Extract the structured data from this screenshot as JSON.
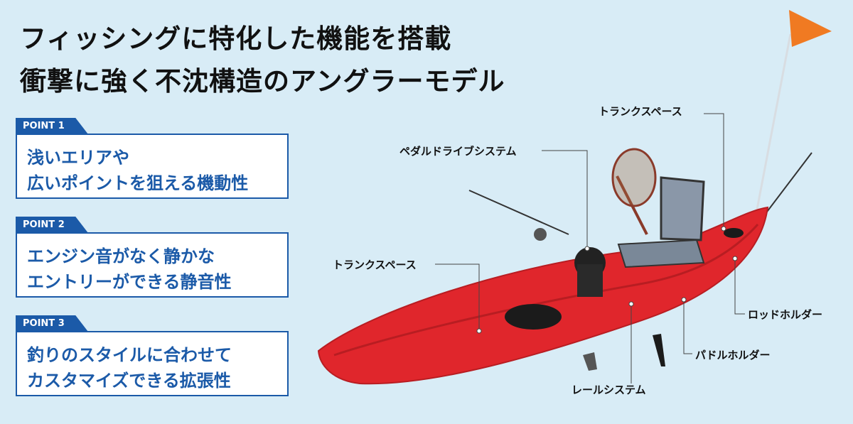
{
  "headline": {
    "line1": "フィッシングに特化した機能を搭載",
    "line2": "衝撃に強く不沈構造のアングラーモデル"
  },
  "points": [
    {
      "tab": "POINT 1",
      "lines": [
        "浅いエリアや",
        "広いポイントを狙える機動性"
      ]
    },
    {
      "tab": "POINT 2",
      "lines": [
        "エンジン音がなく静かな",
        "エントリーができる静音性"
      ]
    },
    {
      "tab": "POINT 3",
      "lines": [
        "釣りのスタイルに合わせて",
        "カスタマイズできる拡張性"
      ]
    }
  ],
  "callouts": {
    "trunk_space_top": "トランクスペース",
    "pedal_drive": "ペダルドライブシステム",
    "trunk_space_left": "トランクスペース",
    "rod_holder": "ロッドホルダー",
    "paddle_holder": "パドルホルダー",
    "rail_system": "レールシステム"
  },
  "colors": {
    "background": "#d8ecf6",
    "accent_blue": "#1b5aa8",
    "kayak_red": "#e0262c",
    "flag_orange": "#f07a22"
  }
}
